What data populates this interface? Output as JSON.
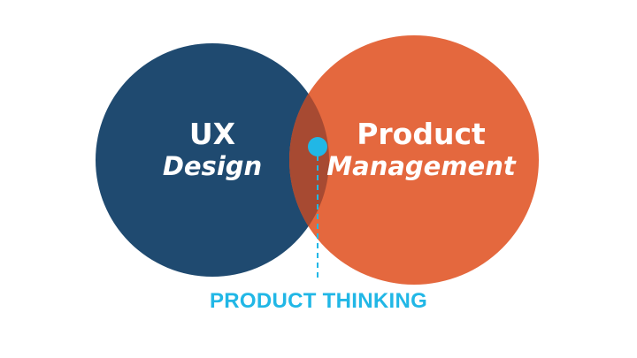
{
  "diagram": {
    "left_circle": {
      "line1": "UX",
      "line2": "Design",
      "color": "#1f4a70"
    },
    "right_circle": {
      "line1": "Product",
      "line2": "Management",
      "color": "#e4683e"
    },
    "overlap_color": "#a74a32",
    "marker_color": "#21b7e6",
    "intersection_label": "PRODUCT THINKING"
  }
}
